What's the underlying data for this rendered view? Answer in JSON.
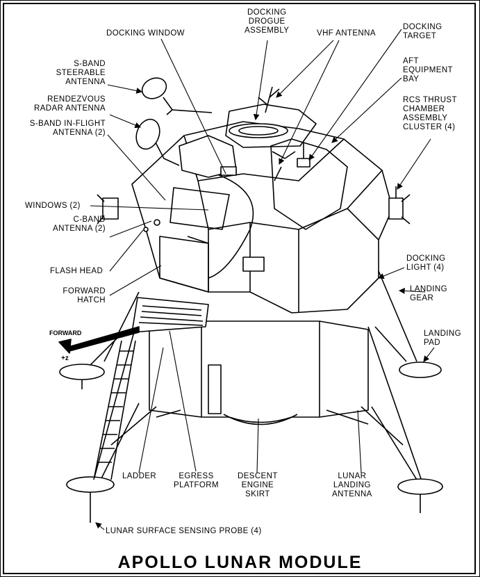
{
  "title": "APOLLO LUNAR MODULE",
  "labels": {
    "docking_drogue": [
      "DOCKING",
      "DROGUE",
      "ASSEMBLY"
    ],
    "docking_window": "DOCKING WINDOW",
    "vhf_antenna": "VHF ANTENNA",
    "docking_target": [
      "DOCKING",
      "TARGET"
    ],
    "aft_equipment_bay": [
      "AFT",
      "EQUIPMENT",
      "BAY"
    ],
    "s_band_steerable": [
      "S-BAND",
      "STEERABLE",
      "ANTENNA"
    ],
    "rendezvous_radar": [
      "RENDEZVOUS",
      "RADAR ANTENNA"
    ],
    "s_band_inflight": [
      "S-BAND IN-FLIGHT",
      "ANTENNA (2)"
    ],
    "rcs_thrust": [
      "RCS THRUST",
      "CHAMBER",
      "ASSEMBLY",
      "CLUSTER (4)"
    ],
    "windows": "WINDOWS (2)",
    "c_band": [
      "C-BAND",
      "ANTENNA (2)"
    ],
    "flash_head": "FLASH HEAD",
    "forward_hatch": [
      "FORWARD",
      "HATCH"
    ],
    "docking_light": [
      "DOCKING",
      "LIGHT (4)"
    ],
    "landing_gear": [
      "LANDING",
      "GEAR"
    ],
    "landing_pad": [
      "LANDING",
      "PAD"
    ],
    "forward": "FORWARD",
    "plus_z": "+z",
    "ladder": "LADDER",
    "egress_platform": [
      "EGRESS",
      "PLATFORM"
    ],
    "descent_engine_skirt": [
      "DESCENT",
      "ENGINE",
      "SKIRT"
    ],
    "lunar_landing_antenna": [
      "LUNAR",
      "LANDING",
      "ANTENNA"
    ],
    "sensing_probe": "LUNAR SURFACE SENSING PROBE (4)"
  }
}
